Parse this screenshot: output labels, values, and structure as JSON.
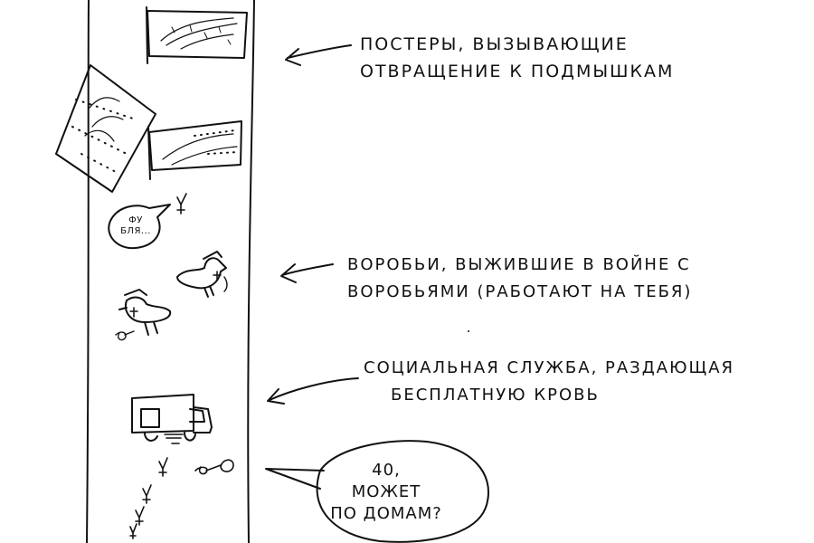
{
  "annotations": {
    "posters_line1": "постеры, вызывающие",
    "posters_line2": "отвращение к подмышкам",
    "sparrows_line1": "воробьи, выжившие в войне с",
    "sparrows_line2": "воробьями (работают на тебя)",
    "social_line1": "социальная служба, раздающая",
    "social_line2": "бесплатную кровь"
  },
  "bubbles": {
    "small_line1": "фу",
    "small_line2": "бля...",
    "big_line1": "40,",
    "big_line2": "может",
    "big_line3": "по домам?"
  },
  "colors": {
    "ink": "#111111",
    "paper": "#ffffff"
  }
}
